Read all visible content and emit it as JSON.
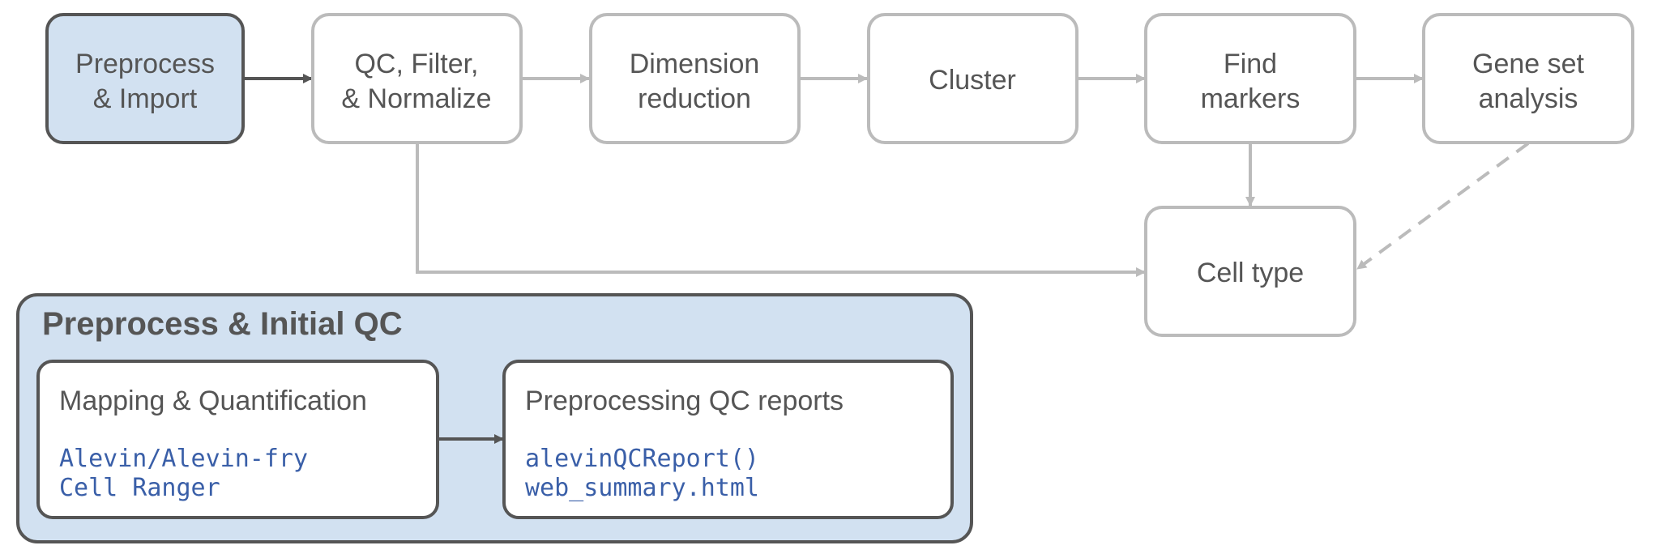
{
  "colors": {
    "active_fill": "#d2e1f1",
    "active_stroke": "#555555",
    "inactive_fill": "#ffffff",
    "inactive_stroke": "#bbbbbb",
    "inactive_arrow": "#bbbbbb",
    "active_arrow": "#555555",
    "text": "#555555",
    "code_text": "#3a5fa8"
  },
  "workflow": {
    "nodes": {
      "preprocess": {
        "line1": "Preprocess",
        "line2": "& Import"
      },
      "qc": {
        "line1": "QC, Filter,",
        "line2": "& Normalize"
      },
      "dimred": {
        "line1": "Dimension",
        "line2": "reduction"
      },
      "cluster": {
        "line1": "Cluster"
      },
      "markers": {
        "line1": "Find",
        "line2": "markers"
      },
      "geneset": {
        "line1": "Gene set",
        "line2": "analysis"
      },
      "celltype": {
        "line1": "Cell type"
      }
    }
  },
  "detail_panel": {
    "title": "Preprocess & Initial QC",
    "mapping": {
      "title": "Mapping & Quantification",
      "tools": [
        "Alevin/Alevin-fry",
        "Cell Ranger"
      ]
    },
    "reports": {
      "title": "Preprocessing QC reports",
      "tools": [
        "alevinQCReport()",
        "web_summary.html"
      ]
    }
  }
}
